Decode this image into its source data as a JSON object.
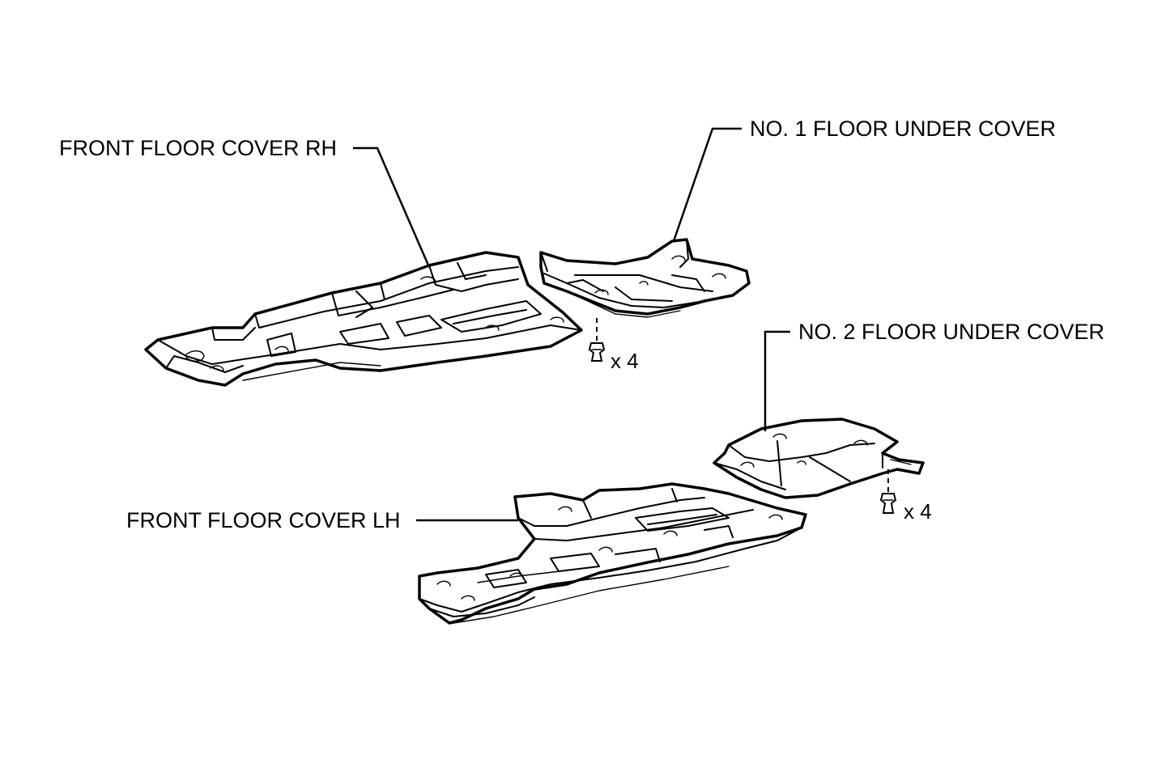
{
  "labels": {
    "front_floor_cover_rh": "FRONT FLOOR COVER RH",
    "no1_floor_under_cover": "NO. 1 FLOOR UNDER COVER",
    "no2_floor_under_cover": "NO. 2 FLOOR UNDER COVER",
    "front_floor_cover_lh": "FRONT FLOOR COVER LH"
  },
  "fasteners": {
    "upper_clip_qty": "x 4",
    "lower_clip_qty": "x 4"
  }
}
